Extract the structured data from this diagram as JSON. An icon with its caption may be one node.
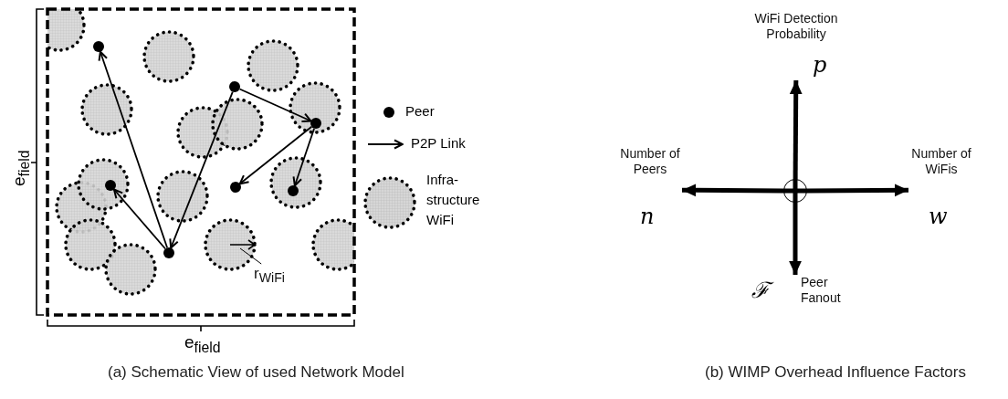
{
  "diagram": {
    "nodes": [
      {
        "text": [],
        "shape": "circle"
      },
      {
        "text": [],
        "shape": "circle"
      },
      {
        "text": [],
        "shape": "circle"
      },
      {
        "text": [],
        "shape": "circle"
      },
      {
        "text": [],
        "shape": "circle"
      },
      {
        "text": [],
        "shape": "circle"
      },
      {
        "text": [],
        "shape": "circle"
      },
      {
        "text": [
          "r$_{WiFi}$"
        ]
      },
      {
        "text": [],
        "shape": "circle"
      },
      {
        "text": [
          "WiFi Detection Probability",
          "p"
        ]
      },
      {
        "text": [
          "Number of Peers",
          "n"
        ]
      },
      {
        "text": [
          "Number of WiFis",
          "w"
        ]
      },
      {
        "text": [
          "ℱ",
          "Peer Fanout"
        ]
      }
    ],
    "edges": [
      {
        "from": 6,
        "to": 0,
        "arrow": "to"
      },
      {
        "from": 6,
        "to": 3,
        "arrow": "to"
      },
      {
        "from": 1,
        "to": 6,
        "arrow": "to"
      },
      {
        "from": 1,
        "to": 2,
        "arrow": "to"
      },
      {
        "from": 2,
        "to": 4,
        "arrow": "to"
      },
      {
        "from": 2,
        "to": 5,
        "arrow": "to"
      },
      {
        "from": 7,
        "to": null,
        "arrow": "none"
      },
      {
        "from": 8,
        "to": 9,
        "arrow": "to",
        "style": "thick"
      },
      {
        "from": 8,
        "to": 10,
        "arrow": "to",
        "style": "thick"
      },
      {
        "from": 8,
        "to": 11,
        "arrow": "to",
        "style": "thick"
      },
      {
        "from": 8,
        "to": 12,
        "arrow": "to",
        "style": "thick"
      }
    ],
    "labels": [
      "e$_{field}$",
      "e$_{field}$",
      "(a) Schematic View of used Network Model",
      "(b) WIMP Overhead Influence Factors"
    ],
    "legend": [
      {
        "text": "Peer"
      },
      {
        "text": "P2P Link"
      },
      {
        "text": "Infra- structure WiFi"
      }
    ]
  }
}
